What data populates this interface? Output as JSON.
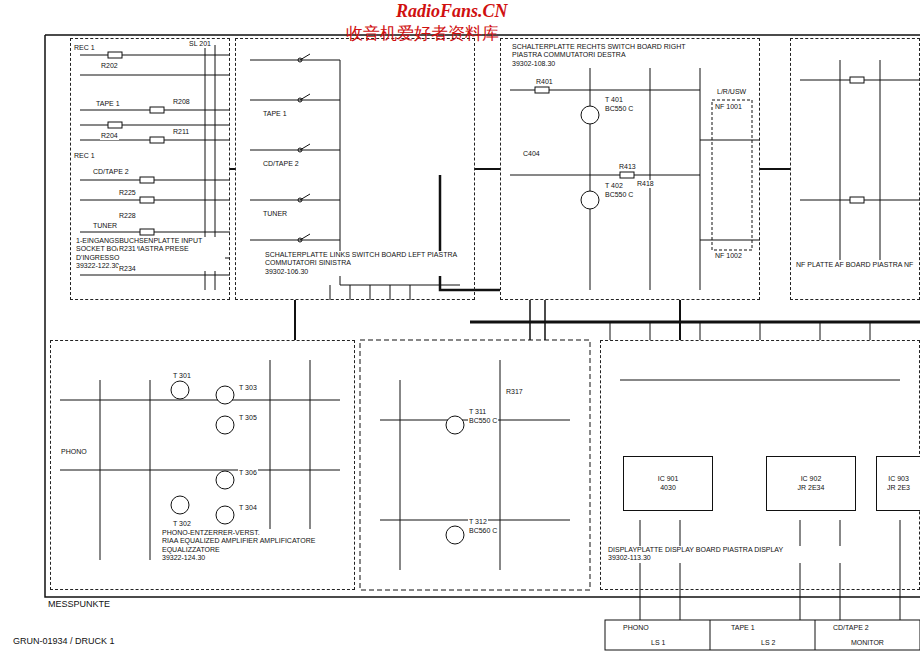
{
  "diagram": {
    "nodes": [
      {
        "text": [
          "1-EINGANGSBUCHSENPLATTE INPUT SOCKET BOARD PIASTRA PRESE D'INGRESSO",
          "39322-122.30"
        ]
      },
      {
        "text": [
          "SCHALTERPLATTE LINKS SWITCH BOARD LEFT PIASTRA COMMUTATORI SINISTRA",
          "39302-106.30"
        ]
      },
      {
        "text": [
          "SCHALTERPLATTE RECHTS SWITCH BOARD RIGHT PIASTRA COMMUTATORI DESTRA",
          "39302-108.30"
        ]
      },
      {
        "text": [
          "NF PLATTE AF BOARD PIASTRA NF"
        ]
      },
      {
        "text": [
          "PHONO-ENTZERRER-VERST.",
          "RIAA EQUALIZED AMPLIFIER AMPLIFICATORE EQUALIZZATORE",
          "39322-124.30"
        ]
      },
      {
        "text": [
          "DISPLAYPLATTE DISPLAY BOARD PIASTRA DISPLAY",
          "39302-113.30"
        ]
      },
      {
        "text": [
          "IC 901",
          "4030"
        ],
        "in": 5
      },
      {
        "text": [
          "IC 902",
          "JR 2E34"
        ],
        "in": 5
      },
      {
        "text": [
          "IC 903",
          "JR 2E3"
        ],
        "in": 5
      }
    ],
    "edges": [
      {
        "from": 0,
        "to": 1,
        "arrow": "none"
      },
      {
        "from": 1,
        "to": 2,
        "arrow": "none"
      },
      {
        "from": 2,
        "to": 3,
        "arrow": "none"
      },
      {
        "from": 4,
        "to": 1,
        "arrow": "none"
      },
      {
        "from": 5,
        "to": 2,
        "arrow": "none"
      }
    ],
    "labels": [
      "RadioFans.CN",
      "收音机爱好者资料库",
      "REC 1",
      "R202",
      "R204",
      "TAPE 1",
      "R208",
      "R211",
      "REC 1",
      "CD/TAPE 2",
      "R225",
      "R228",
      "TUNER",
      "R231",
      "R234",
      "SL 201",
      "TAPE 1",
      "CD/TAPE 2",
      "TUNER",
      "R401",
      "R413",
      "T 401",
      "BC550 C",
      "T 402",
      "BC550 C",
      "C404",
      "R418",
      "L/R/USW",
      "NF 1001",
      "NF 1002",
      "PHONO",
      "T 301",
      "T 303",
      "T 305",
      "T 302",
      "T 304",
      "T 306",
      "T 311",
      "BC550 C",
      "T 312",
      "BC560 C",
      "R317",
      "PHONO",
      "TAPE 1",
      "CD/TAPE 2",
      "LS 1",
      "LS 2",
      "MONITOR",
      "MESSPUNKTE",
      "GRUN-01934 / DRUCK 1"
    ]
  }
}
